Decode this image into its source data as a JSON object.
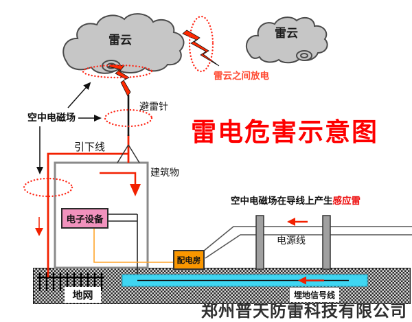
{
  "title": "雷电危害示意图",
  "company": "郑州普天防雷科技有限公司",
  "labels": {
    "cloud_left": "雷云",
    "cloud_right": "雷云",
    "cloud_discharge": "雷云之间放电",
    "lightning_rod": "避雷针",
    "air_em_field": "空中电磁场",
    "down_conductor": "引下线",
    "building": "建筑物",
    "electronic_equipment": "电子设备",
    "distribution_room": "配电房",
    "induced_note_black": "空中电磁场在导线上产生",
    "induced_note_red": "感应雷",
    "power_line": "电源线",
    "ground_grid": "地网",
    "buried_signal_line": "埋地信号线"
  },
  "colors": {
    "title_red": "#FE0000",
    "lightning_red": "#FF2A00",
    "discharge_label_red": "#FF4B33",
    "induced_highlight_red": "#EE1010",
    "equipment_box_pink": "#F192BD",
    "distribution_box_orange": "#FB9700",
    "signal_line_cyan": "#3FD6F2",
    "cloud_gray": "#C6C6C6",
    "ground_dark": "#2B2B2B"
  }
}
